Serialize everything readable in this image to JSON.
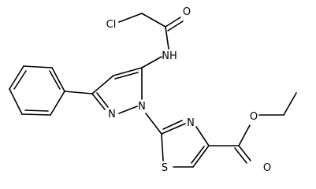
{
  "structure": {
    "atoms": {
      "cl": "Cl",
      "o_amide": "O",
      "nh": "NH",
      "n_pyrazole_1": "N",
      "n_pyrazole_2": "N",
      "n_thiazole": "N",
      "s_thiazole": "S",
      "o_ester_ether": "O",
      "o_ester_carbonyl": "O"
    }
  }
}
